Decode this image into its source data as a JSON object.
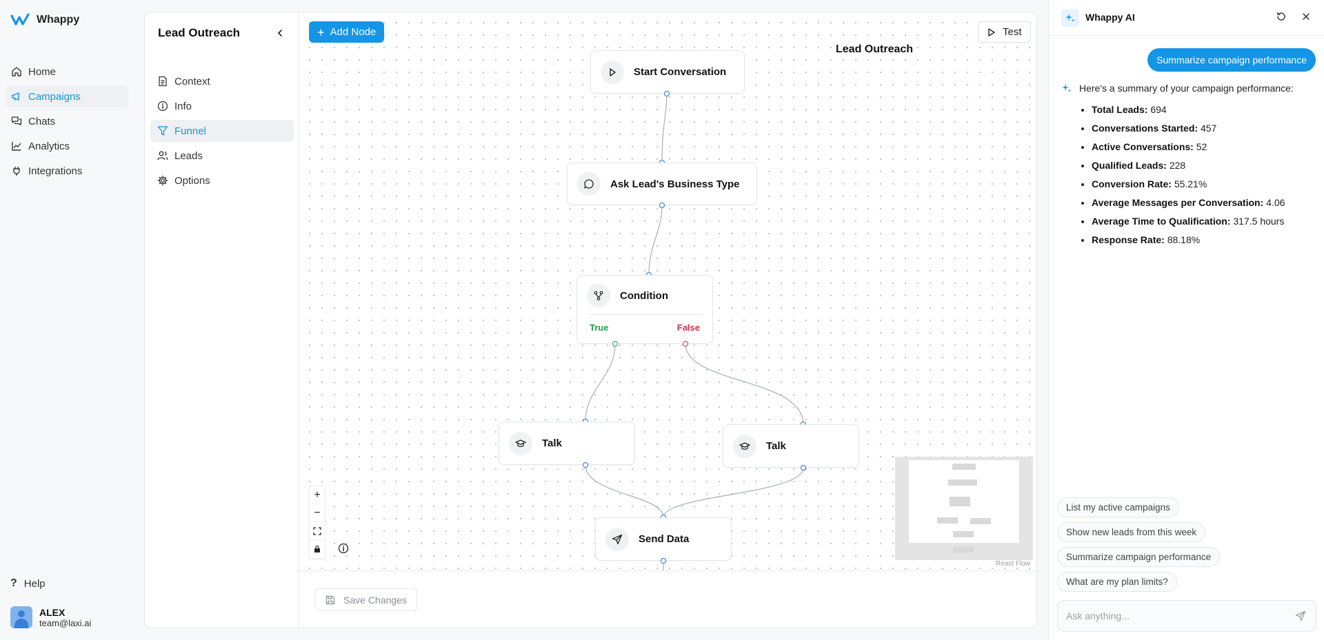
{
  "brand": {
    "name": "Whappy",
    "accent": "#1495e6"
  },
  "nav": {
    "items": [
      {
        "label": "Home",
        "icon": "home-icon",
        "active": false
      },
      {
        "label": "Campaigns",
        "icon": "megaphone-icon",
        "active": true
      },
      {
        "label": "Chats",
        "icon": "chat-bubbles-icon",
        "active": false
      },
      {
        "label": "Analytics",
        "icon": "line-chart-icon",
        "active": false
      },
      {
        "label": "Integrations",
        "icon": "plug-icon",
        "active": false
      }
    ],
    "help": "Help",
    "user": {
      "name": "ALEX",
      "email": "team@laxi.ai"
    }
  },
  "campaign": {
    "title": "Lead Outreach",
    "menu": [
      {
        "label": "Context",
        "icon": "document-icon",
        "active": false
      },
      {
        "label": "Info",
        "icon": "info-icon",
        "active": false
      },
      {
        "label": "Funnel",
        "icon": "funnel-icon",
        "active": true
      },
      {
        "label": "Leads",
        "icon": "users-icon",
        "active": false
      },
      {
        "label": "Options",
        "icon": "gear-icon",
        "active": false
      }
    ]
  },
  "canvas": {
    "add_node": "Add Node",
    "test": "Test",
    "flow_title": "Lead Outreach",
    "nodes": {
      "start": "Start Conversation",
      "ask": "Ask Lead's Business Type",
      "condition": "Condition",
      "cond_true": "True",
      "cond_false": "False",
      "talk_left": "Talk",
      "talk_right": "Talk",
      "send": "Send Data"
    },
    "attribution": "React Flow",
    "save": "Save Changes"
  },
  "chat": {
    "title": "Whappy AI",
    "user_message": "Summarize campaign performance",
    "ai_intro": "Here's a summary of your campaign performance:",
    "stats": [
      {
        "label": "Total Leads:",
        "value": "694"
      },
      {
        "label": "Conversations Started:",
        "value": "457"
      },
      {
        "label": "Active Conversations:",
        "value": "52"
      },
      {
        "label": "Qualified Leads:",
        "value": "228"
      },
      {
        "label": "Conversion Rate:",
        "value": "55.21%"
      },
      {
        "label": "Average Messages per Conversation:",
        "value": "4.06"
      },
      {
        "label": "Average Time to Qualification:",
        "value": "317.5 hours"
      },
      {
        "label": "Response Rate:",
        "value": "88.18%"
      }
    ],
    "suggestions": [
      "List my active campaigns",
      "Show new leads from this week",
      "Summarize campaign performance",
      "What are my plan limits?"
    ],
    "input_placeholder": "Ask anything..."
  }
}
